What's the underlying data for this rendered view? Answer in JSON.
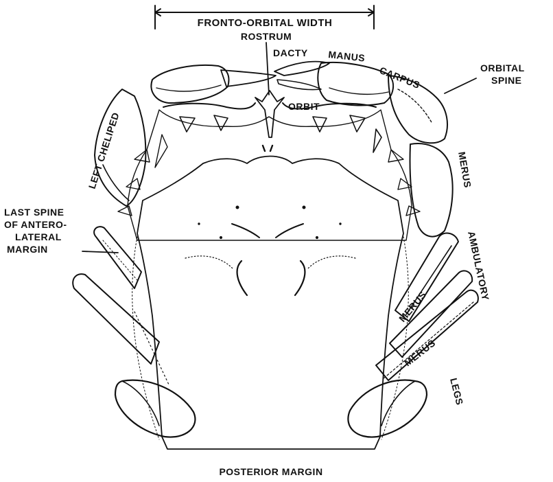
{
  "labels": {
    "fronto_orbital_width": "FRONTO-ORBITAL WIDTH",
    "rostrum": "ROSTRUM",
    "dacty": "DACTY",
    "manus": "MANUS",
    "carpus": "CARPUS",
    "orbital_spine_line1": "ORBITAL",
    "orbital_spine_line2": "SPINE",
    "orbit": "ORBIT",
    "left_cheliped": "LEFT CHELIPED",
    "merus_cheliped": "MERUS",
    "last_spine_line1": "LAST SPINE",
    "last_spine_line2": "OF ANTERO-",
    "last_spine_line3": "LATERAL",
    "last_spine_line4": "MARGIN",
    "merus_leg_1": "MERUS",
    "merus_leg_2": "MERUS",
    "ambulatory": "AMBULATORY",
    "legs": "LEGS",
    "posterior_margin": "POSTERIOR MARGIN"
  }
}
